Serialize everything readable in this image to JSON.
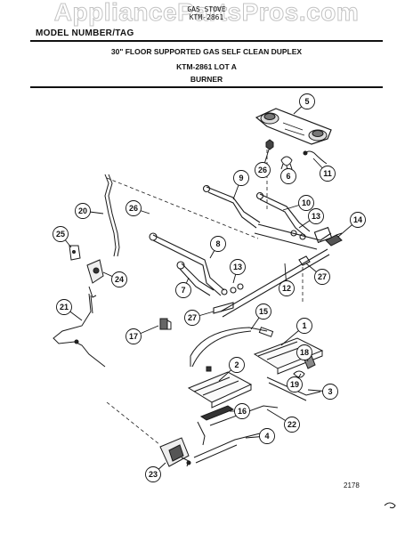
{
  "watermark": "AppliancePartsPros.com",
  "header": {
    "category": "GAS STOVE",
    "code": "KTM-2861",
    "model_label": "MODEL NUMBER/TAG"
  },
  "title": {
    "line1": "30\" FLOOR SUPPORTED GAS SELF CLEAN DUPLEX",
    "line2": "KTM-2861 LOT A",
    "line3": "BURNER"
  },
  "plate_number": "2178",
  "callouts": [
    {
      "label": "1"
    },
    {
      "label": "2"
    },
    {
      "label": "3"
    },
    {
      "label": "4"
    },
    {
      "label": "5"
    },
    {
      "label": "6"
    },
    {
      "label": "7"
    },
    {
      "label": "8"
    },
    {
      "label": "9"
    },
    {
      "label": "10"
    },
    {
      "label": "11"
    },
    {
      "label": "12"
    },
    {
      "label": "13"
    },
    {
      "label": "13"
    },
    {
      "label": "14"
    },
    {
      "label": "15"
    },
    {
      "label": "16"
    },
    {
      "label": "17"
    },
    {
      "label": "18"
    },
    {
      "label": "19"
    },
    {
      "label": "20"
    },
    {
      "label": "21"
    },
    {
      "label": "22"
    },
    {
      "label": "23"
    },
    {
      "label": "24"
    },
    {
      "label": "25"
    },
    {
      "label": "26"
    },
    {
      "label": "26"
    },
    {
      "label": "27"
    },
    {
      "label": "27"
    }
  ]
}
